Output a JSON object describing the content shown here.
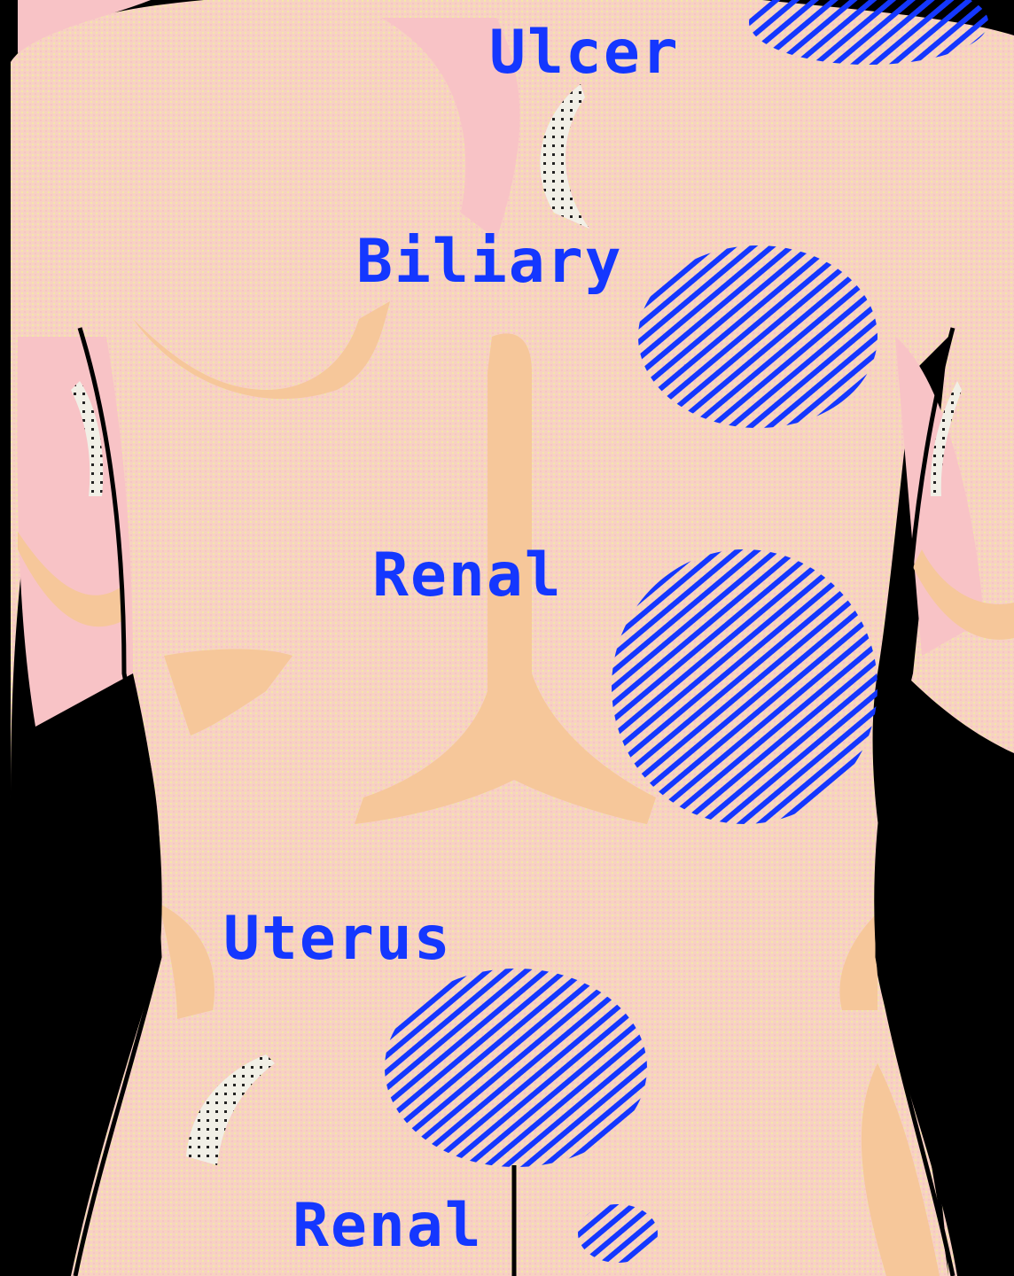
{
  "labels": {
    "ulcer": "Ulcer",
    "biliary": "Biliary",
    "renal_upper": "Renal",
    "uterus": "Uterus",
    "renal_lower": "Renal"
  },
  "colors": {
    "skin": "#f6cfc0",
    "skin_pink": "#f9c3c3",
    "bone": "#f6c79a",
    "hatch": "#1437ff",
    "outline": "#000000",
    "highlight": "#f1efe6"
  }
}
